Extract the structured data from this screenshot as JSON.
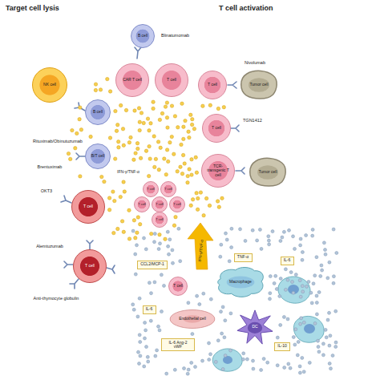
{
  "diagram": {
    "nodes": [
      {
        "text": [
          "B cell"
        ]
      },
      {
        "text": [
          "CAR T cell"
        ]
      },
      {
        "text": [
          "T cell"
        ]
      },
      {
        "text": [
          "T cell"
        ]
      },
      {
        "text": [
          "Tumor cell"
        ]
      },
      {
        "text": [
          "T cell"
        ]
      },
      {
        "text": [
          "TCR-transgenic T cell"
        ]
      },
      {
        "text": [
          "Tumor cell"
        ]
      },
      {
        "text": [
          "NK cell"
        ]
      },
      {
        "text": [
          "B cell"
        ]
      },
      {
        "text": [
          "B/T cell"
        ]
      },
      {
        "text": [
          "T cell"
        ]
      },
      {
        "text": [
          "T cell"
        ]
      },
      {
        "text": [
          "T cell"
        ]
      },
      {
        "text": [
          "T cell"
        ]
      },
      {
        "text": [
          "T cell"
        ]
      },
      {
        "text": [
          "T cell"
        ]
      },
      {
        "text": [
          "T cell"
        ]
      },
      {
        "text": [
          "T cell"
        ]
      },
      {
        "text": [
          "TNF-α"
        ]
      },
      {
        "text": [
          "IL-6"
        ]
      },
      {
        "text": [
          "Macrophage"
        ]
      },
      {
        "text": [
          "CCL2/MCP-1"
        ]
      },
      {
        "text": [
          "T cell"
        ]
      },
      {
        "text": [
          "IL-6"
        ]
      },
      {
        "text": [
          "Endothelial cell"
        ]
      },
      {
        "text": [
          "DC"
        ]
      },
      {
        "text": [
          "IL-6 Ang-2 vWF"
        ]
      },
      {
        "text": [
          "IL-10"
        ]
      }
    ],
    "labels": [
      "Target cell lysis",
      "T cell activation",
      "Blinatumomab",
      "Nivolumab",
      "TGN1412",
      "Rituximab/Obinutuzumab",
      "Brentuximab",
      "OKT3",
      "Alemtuzumab",
      "Anti-thymocyte globulin",
      "IFN-γ/TNF-α",
      "IFN-γ/TNF-α"
    ]
  }
}
